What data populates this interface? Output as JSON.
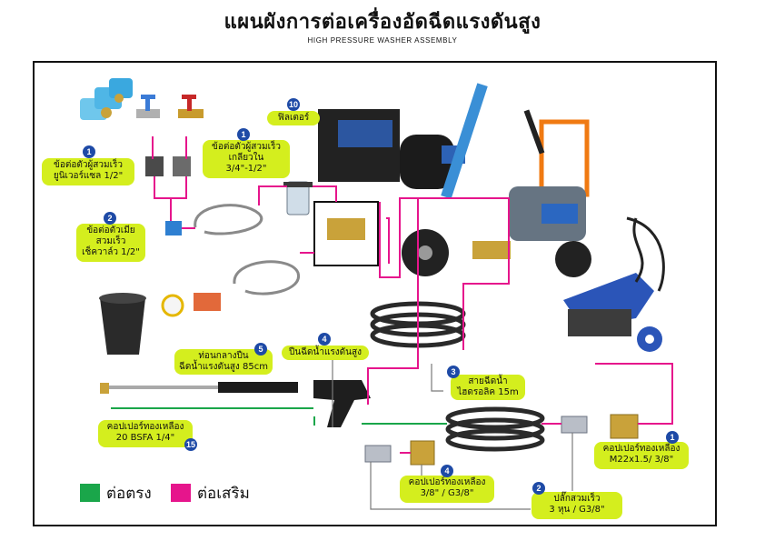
{
  "title": "แผนผังการต่อเครื่องอัดฉีดแรงดันสูง",
  "subtitle": "HIGH PRESSURE WASHER ASSEMBLY",
  "colors": {
    "direct": "#1aa64a",
    "optional": "#e6158c",
    "callout": "#d4ee1e",
    "badge": "#1e4aa6"
  },
  "labels": {
    "filter": {
      "num": "10",
      "text": "ฟิลเตอร์"
    },
    "quick_coupler_pvc": {
      "num": "1",
      "line1": "ข้อต่อตัวผู้สวมเร็ว",
      "line2": "ยูนิเวอร์แซล 1/2\""
    },
    "quick_coupler_female_thread": {
      "num": "1",
      "line1": "ข้อต่อตัวผู้สวมเร็ว",
      "line2": "เกลียวใน",
      "line3": "3/4\"-1/2\""
    },
    "quick_female": {
      "num": "2",
      "line1": "ข้อต่อตัวเมีย",
      "line2": "สวมเร็ว",
      "line3": "เช็ควาล์ว 1/2\""
    },
    "lance": {
      "num": "5",
      "line1": "ท่อนกลางปืน",
      "line2": "ฉีดน้ำแรงดันสูง 85cm"
    },
    "gun": {
      "num": "4",
      "line1": "ปืนฉีดน้ำแรงดันสูง"
    },
    "hose": {
      "num": "3",
      "line1": "สายฉีดน้ำ",
      "line2": "ไฮดรอลิค 15m"
    },
    "brass_tip": {
      "num": "15",
      "line1": "คอปเปอร์ทองเหลือง",
      "line2": "20 BSFA 1/4\""
    },
    "brass_m22": {
      "num": "1",
      "line1": "คอปเปอร์ทองเหลือง",
      "line2": "M22x1.5/ 3/8\""
    },
    "brass_38": {
      "num": "4",
      "line1": "คอปเปอร์ทองเหลือง",
      "line2": "3/8\" / G3/8\""
    },
    "quick_plug": {
      "num": "2",
      "line1": "ปลั๊กสวมเร็ว",
      "line2": "3 หุน / G3/8\""
    }
  },
  "legend": [
    {
      "label": "ต่อตรง",
      "color": "#1aa64a"
    },
    {
      "label": "ต่อเสริม",
      "color": "#e6158c"
    }
  ],
  "icons": [
    "pvc-fittings-icon",
    "faucet-icon",
    "water-bucket-icon",
    "petrol-pressure-washer-icon",
    "electric-pressure-washer-orange-icon",
    "electric-pressure-washer-blue-icon",
    "hose-reel-icon",
    "spray-gun-icon",
    "lance-icon",
    "brass-coupler-icon",
    "quick-plug-icon",
    "filter-icon"
  ]
}
